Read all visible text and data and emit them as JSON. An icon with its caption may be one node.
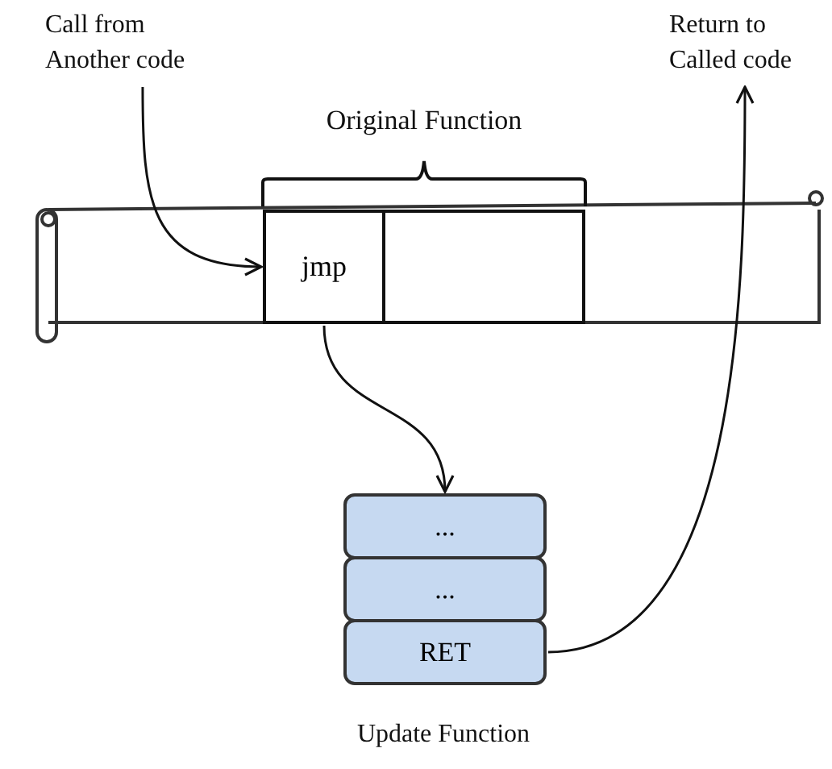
{
  "diagram": {
    "nodes": [
      {
        "text": [
          "Call from Another code"
        ]
      },
      {
        "text": [
          "Return to Called code"
        ]
      },
      {
        "text": [
          "Original Function"
        ]
      },
      {
        "text": [
          "jmp"
        ],
        "in": 2
      },
      {
        "text": [],
        "shape": "box",
        "in": 2
      },
      {
        "text": [
          "..."
        ]
      },
      {
        "text": [
          "..."
        ]
      },
      {
        "text": [
          "RET"
        ]
      }
    ],
    "edges": [
      {
        "from": 0,
        "to": 3,
        "arrow": "to"
      },
      {
        "from": 3,
        "to": 5,
        "arrow": "to"
      },
      {
        "from": 7,
        "to": 1,
        "arrow": "to"
      }
    ],
    "labels": [
      "Update Function"
    ]
  }
}
